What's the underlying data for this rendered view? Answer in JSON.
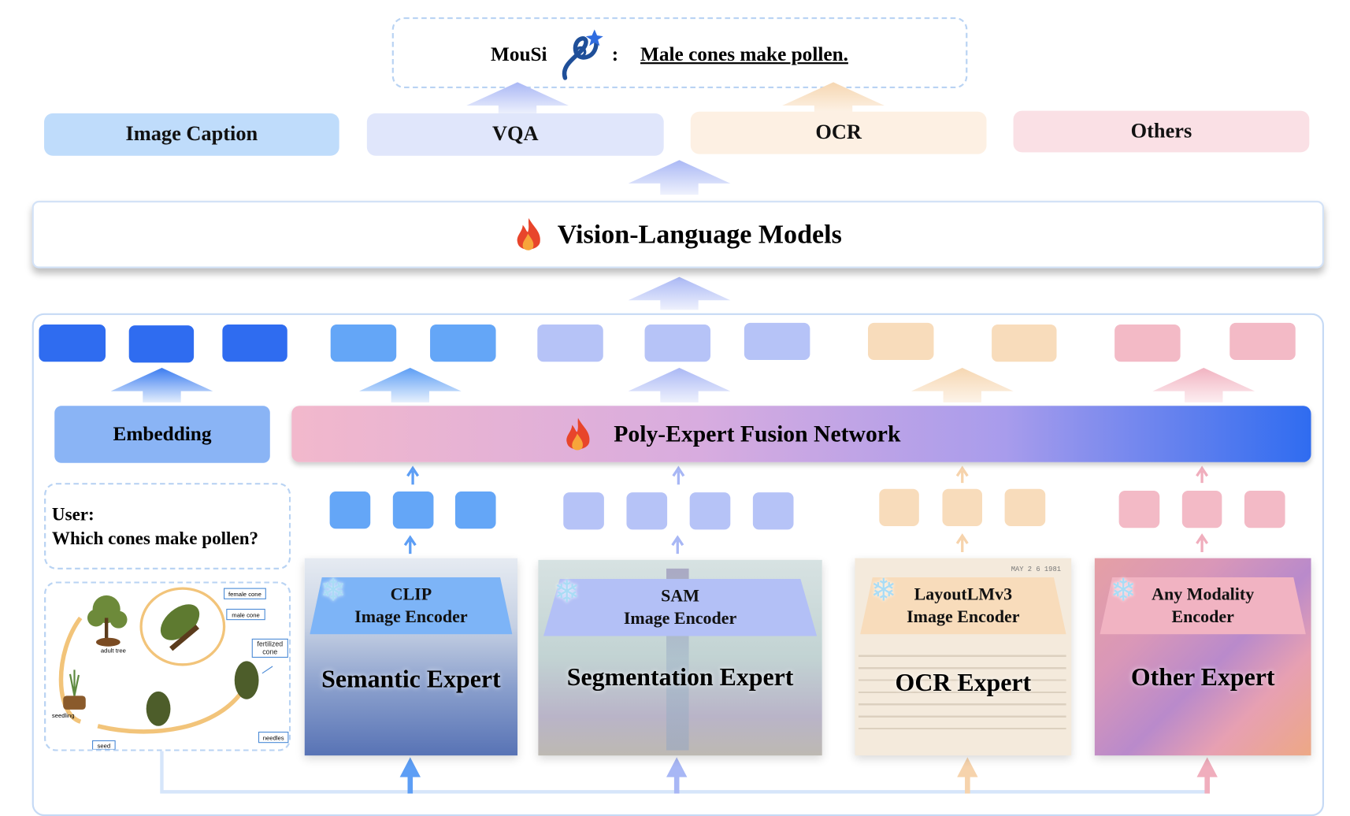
{
  "output": {
    "model_name": "MouSi",
    "separator": ":",
    "answer": "Male cones make pollen."
  },
  "tasks": [
    {
      "label": "Image Caption",
      "color": "#bfdcfb"
    },
    {
      "label": "VQA",
      "color": "#e0e6fb"
    },
    {
      "label": "OCR",
      "color": "#fdf0e3"
    },
    {
      "label": "Others",
      "color": "#fae0e5"
    }
  ],
  "vlm": {
    "label": "Vision-Language Models",
    "icon": "fire-icon"
  },
  "fusion": {
    "label": "Poly-Expert Fusion Network",
    "icon": "fire-icon"
  },
  "embedding": {
    "label": "Embedding"
  },
  "user": {
    "speaker": "User:",
    "question": "Which cones make pollen?"
  },
  "illustration_labels": {
    "female_cone": "female cone",
    "male_cone": "male cone",
    "fertilized_cone": "fertilized cone",
    "adult_tree": "adult tree",
    "seedling": "seedling",
    "seed": "seed",
    "needles": "needles"
  },
  "experts": [
    {
      "encoder_line1": "CLIP",
      "encoder_line2": "Image Encoder",
      "title": "Semantic Expert",
      "color": "#64a6f7",
      "frozen_icon": "snowflake-icon"
    },
    {
      "encoder_line1": "SAM",
      "encoder_line2": "Image Encoder",
      "title": "Segmentation Expert",
      "color": "#b6c3f7",
      "frozen_icon": "snowflake-icon"
    },
    {
      "encoder_line1": "LayoutLMv3",
      "encoder_line2": "Image Encoder",
      "title": "OCR Expert",
      "color": "#f8dcbb",
      "frozen_icon": "snowflake-icon",
      "document_date": "MAY 2 6 1981"
    },
    {
      "encoder_line1": "Any Modality",
      "encoder_line2": "Encoder",
      "title": "Other Expert",
      "color": "#f3bac6",
      "frozen_icon": "snowflake-icon"
    }
  ],
  "colors": {
    "embedding_token": "#2f6cf0",
    "semantic": "#64a6f7",
    "segmentation": "#b6c3f7",
    "ocr": "#f8dcbb",
    "other": "#f3bac6",
    "border": "#c6daf5"
  }
}
